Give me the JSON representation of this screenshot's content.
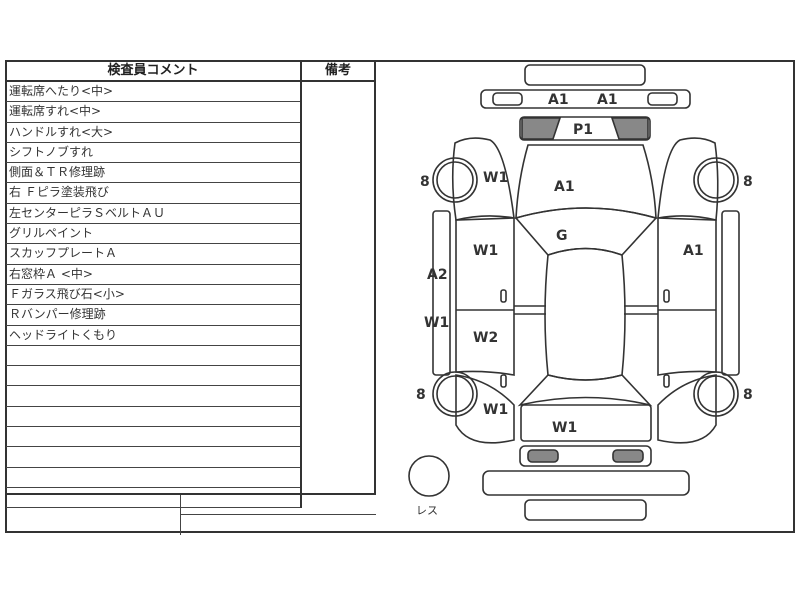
{
  "table": {
    "comment_header": "検査員コメント",
    "remarks_header": "備考",
    "comments": [
      "運転席へたり<中>",
      "運転席すれ<中>",
      "ハンドルすれ<大>",
      "シフトノブすれ",
      "側面＆ＴＲ修理跡",
      "右 Ｆピラ塗装飛び",
      "左センターピラＳベルトＡＵ",
      "グリルペイント",
      "スカッフプレートＡ",
      "右窓枠Ａ <中>",
      "Ｆガラス飛び石<小>",
      "Ｒバンパー修理跡",
      "ヘッドライトくもり",
      "",
      "",
      "",
      "",
      "",
      "",
      "",
      ""
    ]
  },
  "diagram": {
    "front_bumper_left": "A1",
    "front_bumper_right": "A1",
    "grille": "P1",
    "hood": "A1",
    "windshield": "G",
    "left_front_fender": "W1",
    "left_front_door": "W1",
    "left_rear_door": "W2",
    "left_sill_upper": "A2",
    "left_sill_lower": "W1",
    "left_rear_fender": "W1",
    "right_front_door": "A1",
    "trunk": "W1",
    "tire_lf": "8",
    "tire_rf": "8",
    "tire_lr": "8",
    "tire_rr": "8",
    "spare_label": "レス"
  }
}
